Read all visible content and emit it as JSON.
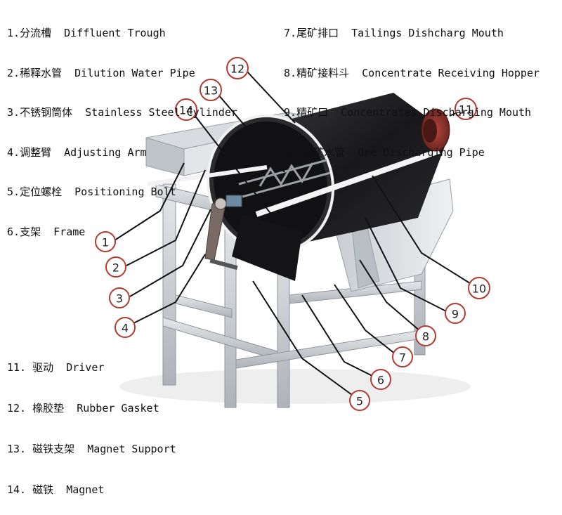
{
  "legend": {
    "top_left": [
      {
        "num": "1.",
        "zh": "分流槽",
        "en": "Diffluent Trough"
      },
      {
        "num": "2.",
        "zh": "稀释水管",
        "en": "Dilution Water Pipe"
      },
      {
        "num": "3.",
        "zh": "不锈钢筒体",
        "en": "Stainless Steel Cylinder"
      },
      {
        "num": "4.",
        "zh": "调整臂",
        "en": "Adjusting Arm"
      },
      {
        "num": "5.",
        "zh": "定位螺栓",
        "en": "Positioning Bolt"
      },
      {
        "num": "6.",
        "zh": "支架",
        "en": "Frame"
      }
    ],
    "top_right": [
      {
        "num": "7.",
        "zh": "尾矿排口",
        "en": "Tailings Dishcharg Mouth"
      },
      {
        "num": "8.",
        "zh": "精矿接料斗",
        "en": "Concentrate Receiving Hopper"
      },
      {
        "num": "9.",
        "zh": "精矿口",
        "en": "Concentrates Discharging Mouth"
      },
      {
        "num": "10.",
        "zh": "卸矿水管",
        "en": "Ore Discharging Pipe"
      }
    ],
    "bottom_left": [
      {
        "num": "11.",
        "zh": "驱动",
        "en": "Driver"
      },
      {
        "num": "12.",
        "zh": "橡胶垫",
        "en": "Rubber Gasket"
      },
      {
        "num": "13.",
        "zh": "磁铁支架",
        "en": "Magnet Support"
      },
      {
        "num": "14.",
        "zh": "磁铁",
        "en": "Magnet"
      }
    ]
  },
  "callouts": [
    "1",
    "2",
    "3",
    "4",
    "5",
    "6",
    "7",
    "8",
    "9",
    "10",
    "11",
    "12",
    "13",
    "14"
  ],
  "colors": {
    "callout_stroke": "#b23a32",
    "drum": "#1c1c1e",
    "frame": "#cfd3d8",
    "hopper": "#dcdfe3",
    "motor": "#8a2f2a"
  }
}
